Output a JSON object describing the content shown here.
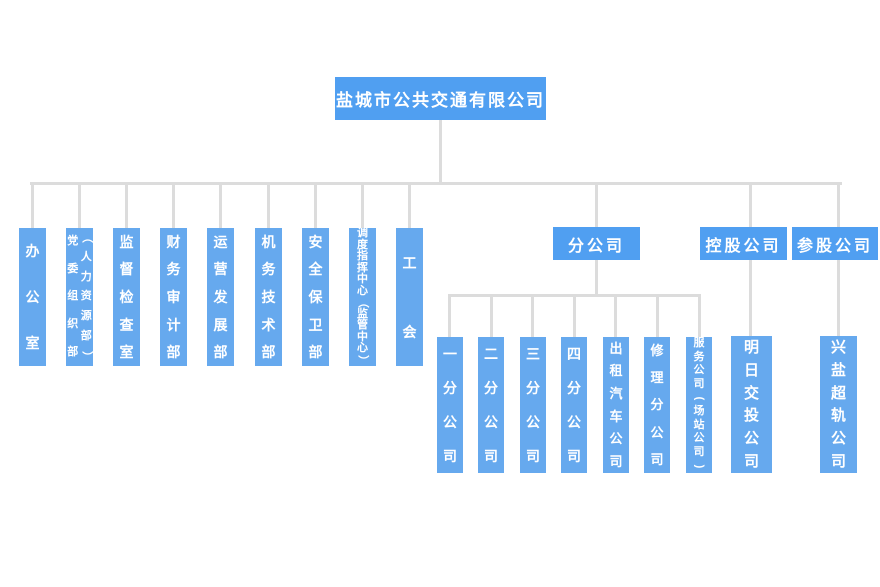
{
  "org_chart": {
    "root": {
      "label": "盐城市公共交通有限公司"
    },
    "departments": [
      {
        "label": "办公室"
      },
      {
        "label": "党委组织部",
        "label_sub": "（人力资源部）"
      },
      {
        "label": "监督检查室"
      },
      {
        "label": "财务审计部"
      },
      {
        "label": "运营发展部"
      },
      {
        "label": "机务技术部"
      },
      {
        "label": "安全保卫部"
      },
      {
        "label": "调度指挥中心（监管中心）"
      },
      {
        "label": "工会"
      }
    ],
    "groups": [
      {
        "label": "分公司",
        "children": [
          "一分公司",
          "二分公司",
          "三分公司",
          "四分公司",
          "出租汽车公司",
          "修理分公司",
          "服务公司(场站公司)"
        ]
      },
      {
        "label": "控股公司",
        "children": [
          "明日交投公司"
        ]
      },
      {
        "label": "参股公司",
        "children": [
          "兴盐超轨公司"
        ]
      }
    ]
  },
  "colors": {
    "primary_blue": "#509ff1",
    "node_blue": "#66a9ee",
    "connector_gray": "#dcdcdc"
  }
}
